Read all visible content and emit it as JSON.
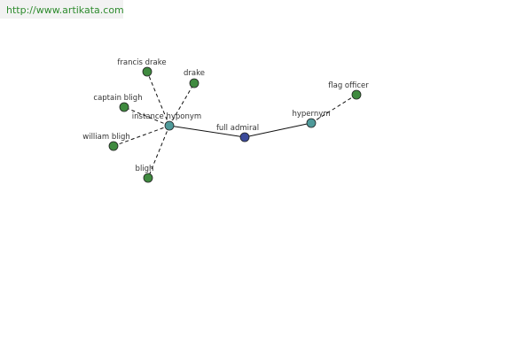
{
  "header": {
    "url": "http://www.artikata.com"
  },
  "diagram": {
    "nodes": {
      "center": {
        "label": "full admiral",
        "color": "#3b4a9a"
      },
      "instance_hub": {
        "label": "instance hyponym",
        "color": "#4f9a9a"
      },
      "hypernym_hub": {
        "label": "hypernym",
        "color": "#4f9a9a"
      },
      "francis_drake": {
        "label": "francis drake",
        "color": "#3f8a3f"
      },
      "drake": {
        "label": "drake",
        "color": "#3f8a3f"
      },
      "captain_bligh": {
        "label": "captain bligh",
        "color": "#3f8a3f"
      },
      "william_bligh": {
        "label": "william bligh",
        "color": "#3f8a3f"
      },
      "bligh": {
        "label": "bligh",
        "color": "#3f8a3f"
      },
      "flag_officer": {
        "label": "flag officer",
        "color": "#3f8a3f"
      }
    }
  }
}
